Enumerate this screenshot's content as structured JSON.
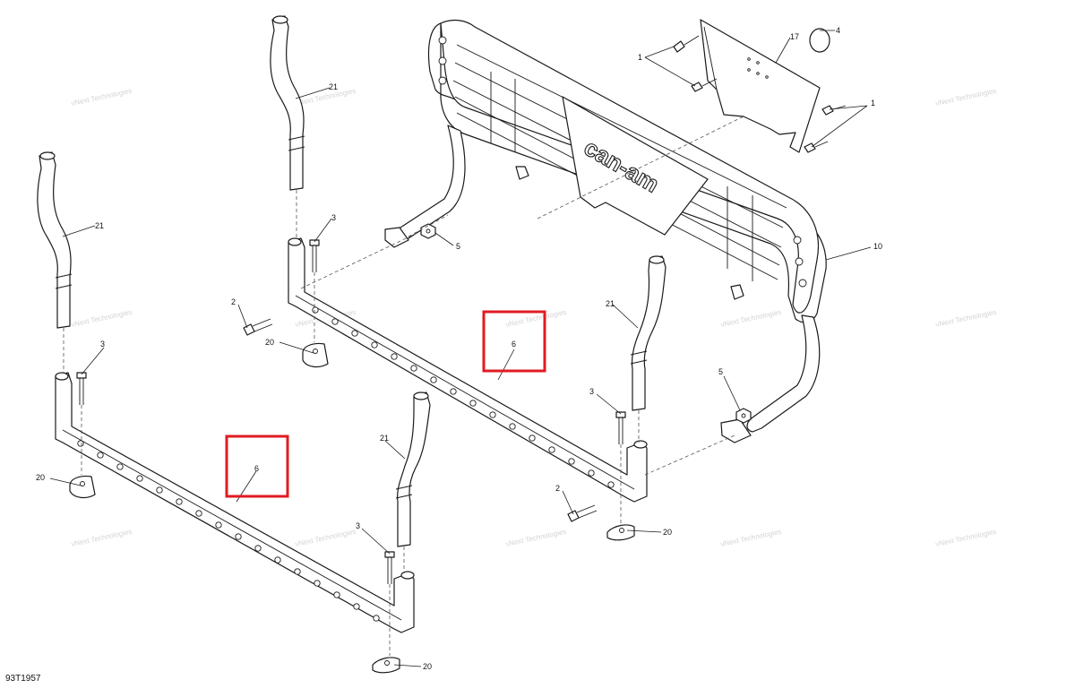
{
  "callouts": {
    "c21a": "21",
    "c21b": "21",
    "c21c": "21",
    "c21d": "21",
    "c3a": "3",
    "c3b": "3",
    "c3c": "3",
    "c3d": "3",
    "c2a": "2",
    "c2b": "2",
    "c20a": "20",
    "c20b": "20",
    "c20c": "20",
    "c20d": "20",
    "c6a": "6",
    "c6b": "6",
    "c5a": "5",
    "c5b": "5",
    "c1a": "1",
    "c1b": "1",
    "c17": "17",
    "c4": "4",
    "c10": "10"
  },
  "brand_logo_text": "can-am",
  "watermark": {
    "line1": "vNext",
    "line2": "Technologies",
    "caption": "vNext Technologies"
  },
  "drawing_number": "93T1957",
  "highlight_color": "#e01b22"
}
